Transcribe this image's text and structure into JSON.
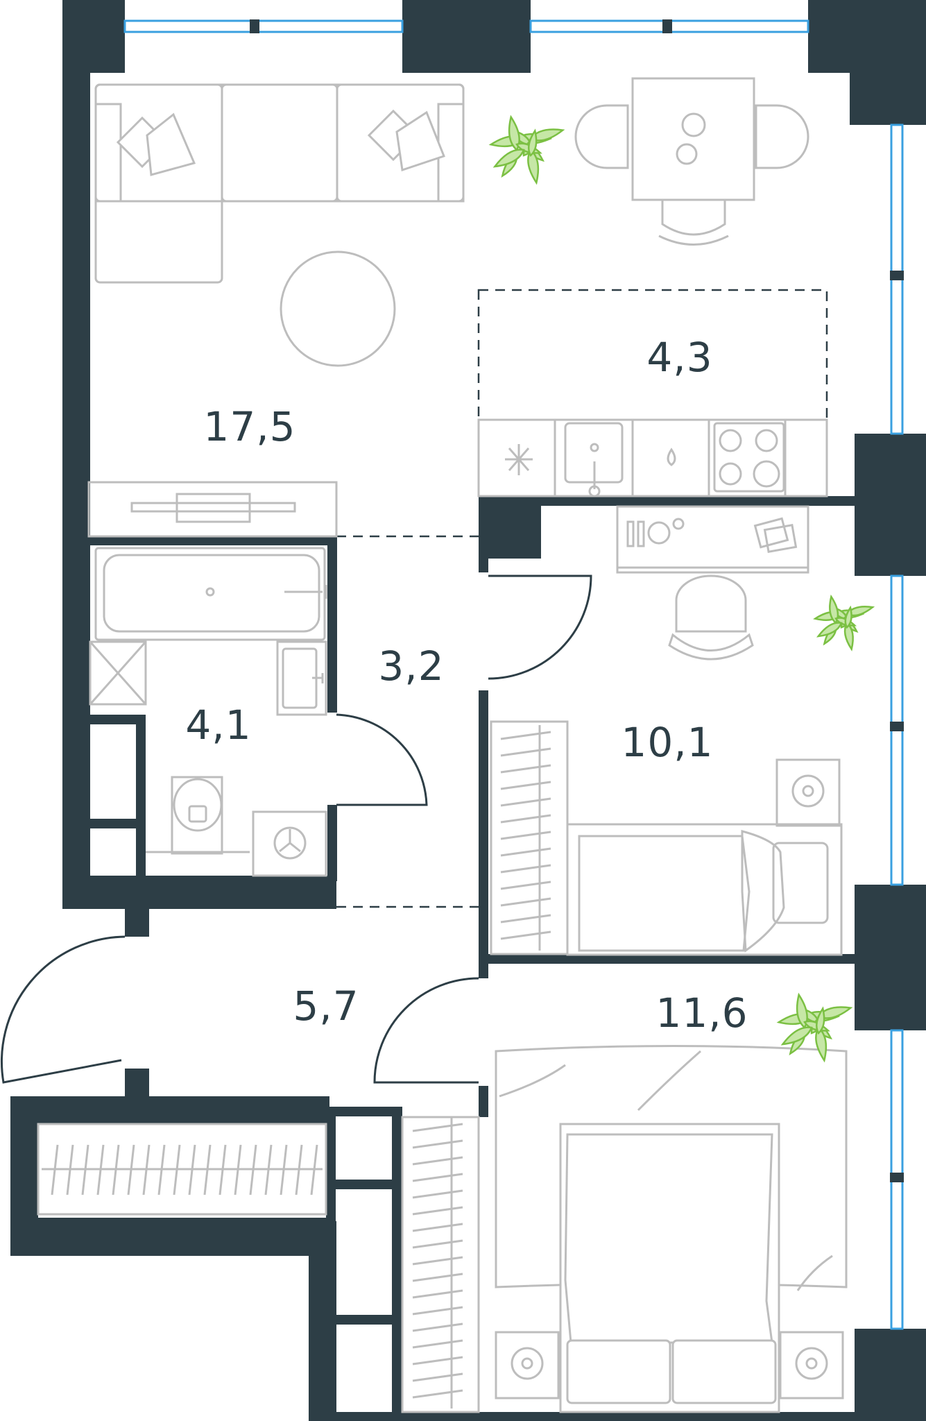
{
  "plan": {
    "rooms": [
      {
        "id": "living",
        "area": "17,5"
      },
      {
        "id": "kitchen",
        "area": "4,3"
      },
      {
        "id": "corridor",
        "area": "3,2"
      },
      {
        "id": "bathroom",
        "area": "4,1"
      },
      {
        "id": "bedroom-small",
        "area": "10,1"
      },
      {
        "id": "hall",
        "area": "5,7"
      },
      {
        "id": "bedroom-large",
        "area": "11,6"
      }
    ]
  },
  "colors": {
    "wall": "#2d3e46",
    "window": "#3aa0e0",
    "furniture": "#bdbdbd",
    "plant": "#7bc043"
  }
}
